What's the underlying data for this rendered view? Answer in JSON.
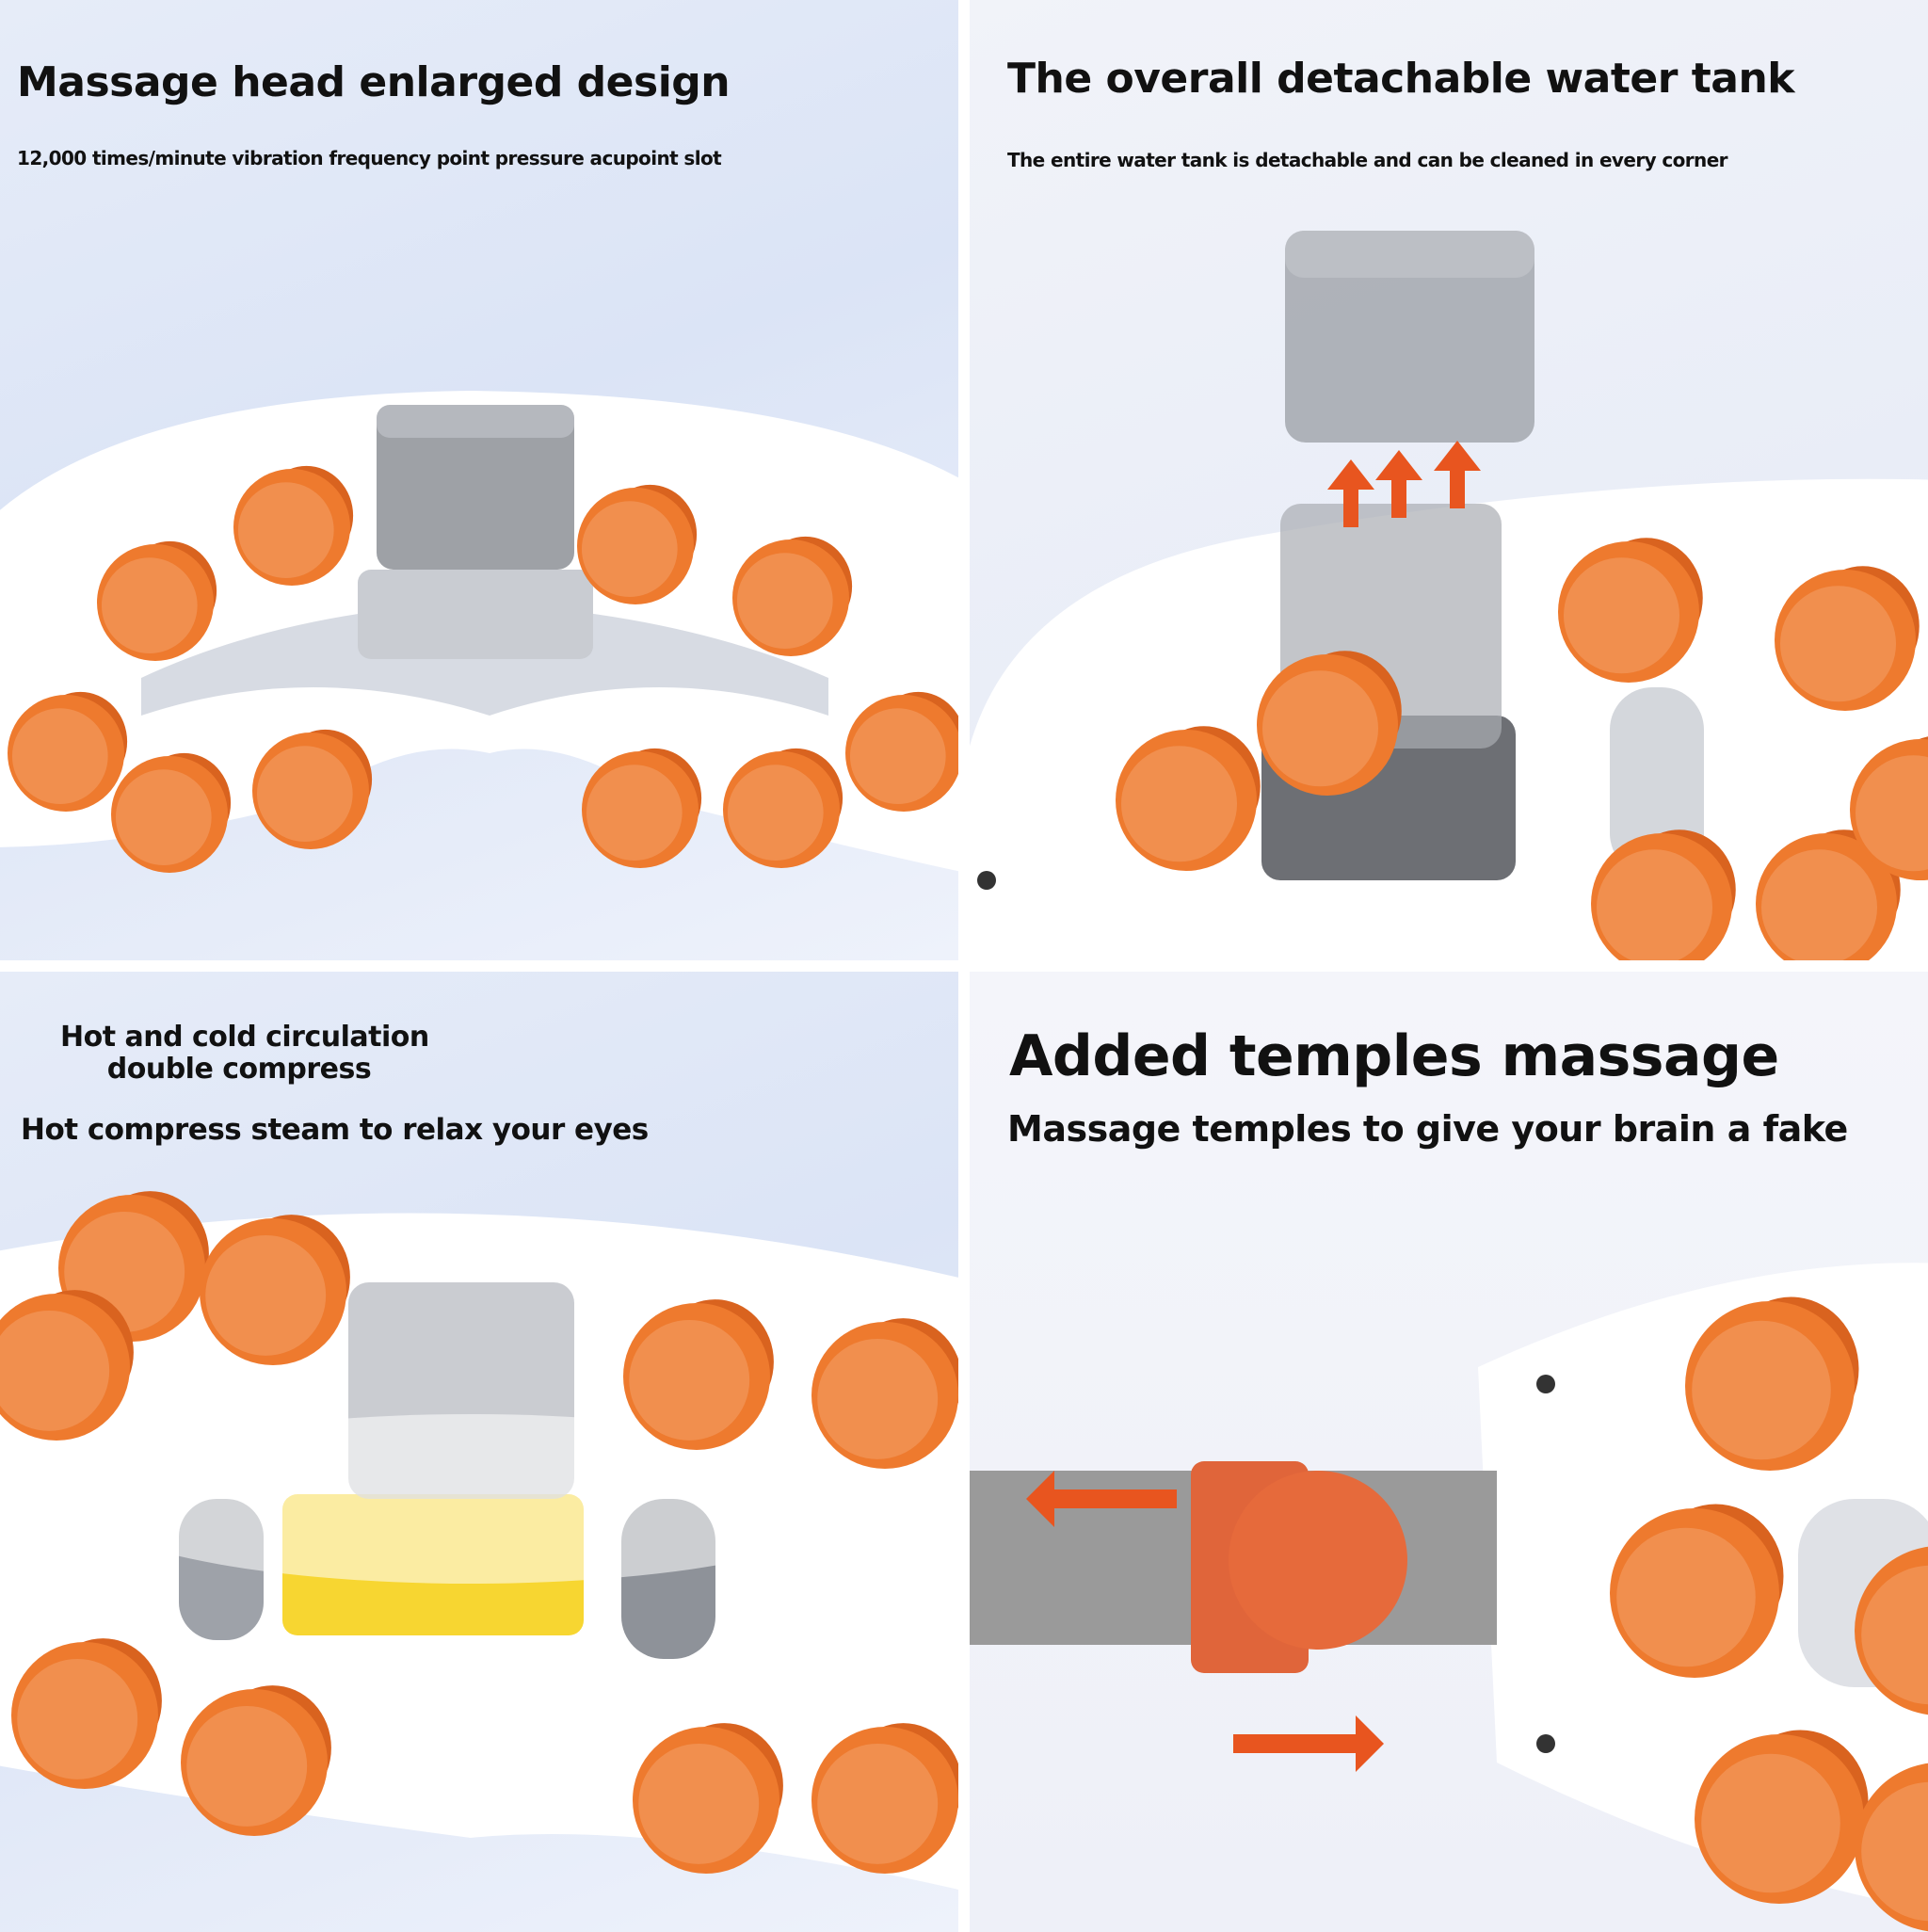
{
  "panels": [
    {
      "title": "Massage head enlarged design",
      "subtitle": "12,000 times/minute vibration frequency point pressure acupoint slot"
    },
    {
      "title": "The overall detachable water tank",
      "subtitle": "The entire water tank is detachable and can be cleaned in every corner"
    },
    {
      "title_line1": "Hot and cold circulation",
      "title_line2": "double compress",
      "subtitle": "Hot compress steam to relax your eyes"
    },
    {
      "title": "Added temples massage",
      "subtitle": "Massage temples to give your brain a fake"
    }
  ],
  "colors": {
    "pod": "#ee7a2e",
    "pod_light": "#f4a06a",
    "body": "#ffffff",
    "tank": "#8a8d93",
    "arrow": "#e8551f",
    "strap": "#9a9a9a",
    "heat_pad": "#f7d631"
  }
}
